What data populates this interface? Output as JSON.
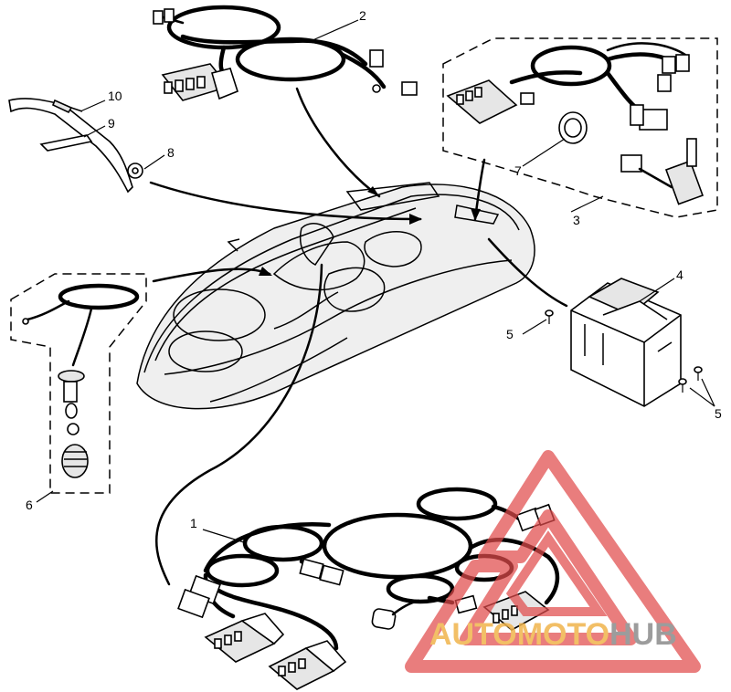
{
  "callouts": {
    "c1": "1",
    "c2": "2",
    "c3": "3",
    "c4": "4",
    "c5a": "5",
    "c5b": "5",
    "c6": "6",
    "c7": "7",
    "c8": "8",
    "c9": "9",
    "c10": "10"
  },
  "watermark": {
    "part1": "AUTO",
    "part2": "MOTO",
    "part3": "HUB",
    "colors": {
      "orange": "#f0b44c",
      "gray": "#8b8b8b",
      "red": "#e04b4b"
    }
  }
}
